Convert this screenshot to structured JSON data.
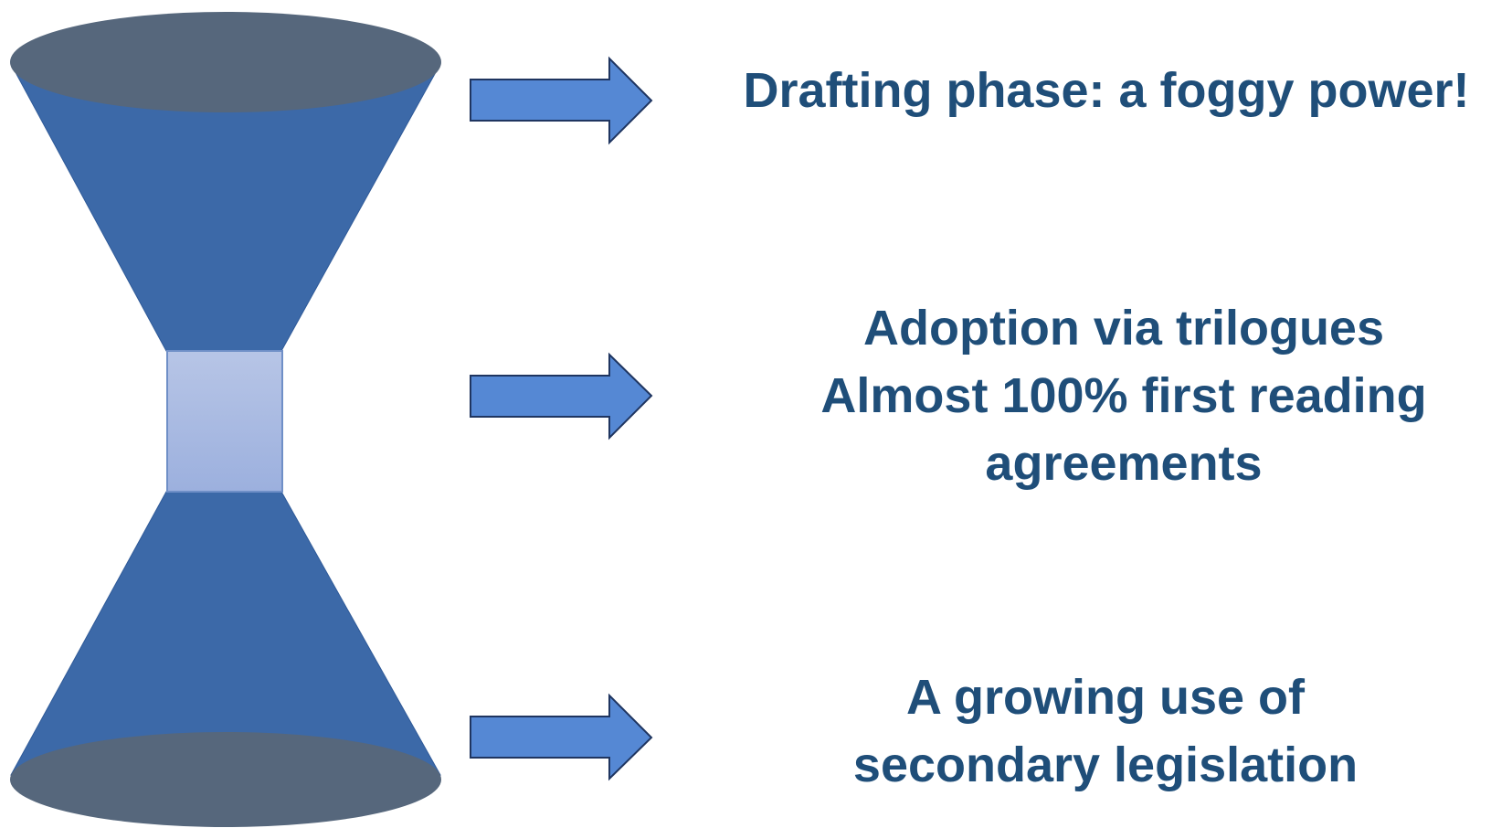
{
  "diagram": {
    "labels": {
      "drafting": [
        "Drafting phase: a foggy power!"
      ],
      "adoption": [
        "Adoption via trilogues",
        "Almost 100% first reading",
        "agreements"
      ],
      "secondary": [
        "A growing use of",
        "secondary legislation"
      ]
    },
    "colors": {
      "cone": "#3c69a8",
      "ellipse": "#56677c",
      "neck_top": "#b7c5e6",
      "neck_bottom": "#9cb0de",
      "arrow_fill": "#5588d4",
      "arrow_stroke": "#1f3560",
      "text": "#1f4e79"
    }
  }
}
